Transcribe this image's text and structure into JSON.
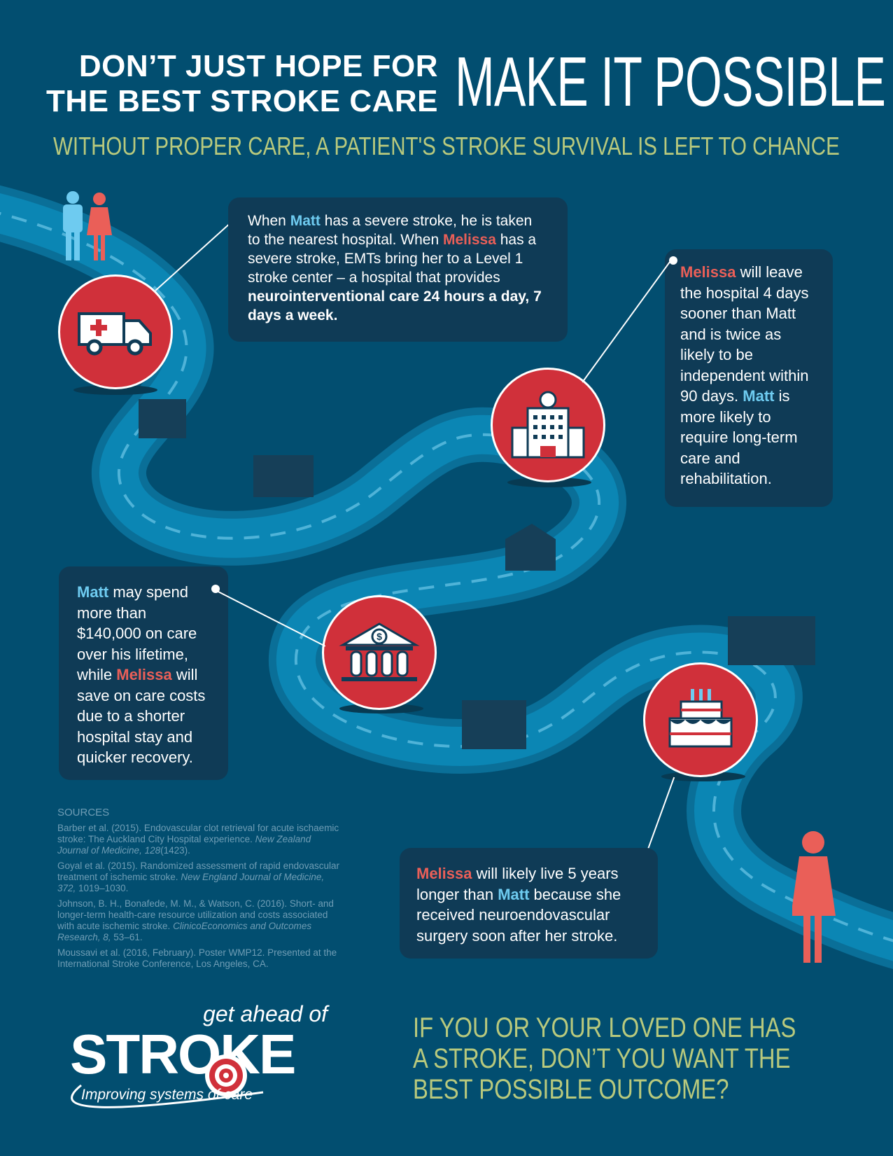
{
  "header": {
    "title_left_line1": "DON’T JUST HOPE FOR",
    "title_left_line2": "THE BEST STROKE CARE",
    "title_right": "MAKE IT POSSIBLE",
    "subtitle": "WITHOUT PROPER CARE, A PATIENT'S STROKE SURVIVAL IS LEFT TO CHANCE"
  },
  "colors": {
    "background": "#024e70",
    "box": "#0f3b56",
    "circle_red": "#d0303a",
    "matt_blue": "#6ecbf0",
    "melissa_red": "#ea5f58",
    "accent_green": "#b8c97d",
    "road": "#0a7fab"
  },
  "names": {
    "matt": "Matt",
    "melissa": "Melissa"
  },
  "steps": [
    {
      "icon": "ambulance-icon",
      "parts": {
        "a": "When ",
        "b": " has a severe stroke, he is taken to the nearest hospital. When ",
        "c": " has a severe stroke, EMTs bring her to a Level 1 stroke center – a hospital that provides ",
        "d": "neurointerventional care 24 hours a day, 7 days a week."
      }
    },
    {
      "icon": "hospital-icon",
      "parts": {
        "a": " will leave the hospital 4 days sooner than Matt and is twice as likely to be independent within 90 days. ",
        "b": " is more likely to require long-term care and rehabilitation."
      }
    },
    {
      "icon": "bank-dollar-icon",
      "parts": {
        "a": " may spend more than $140,000 on care over his lifetime, while ",
        "b": " will save on care costs due to a shorter hospital stay and quicker recovery."
      }
    },
    {
      "icon": "birthday-cake-icon",
      "parts": {
        "a": " will likely live 5 years longer than ",
        "b": " because she received neuroendovascular surgery soon after her stroke."
      }
    }
  ],
  "sources": {
    "title": "SOURCES",
    "items": [
      {
        "text": "Barber et al. (2015). Endovascular clot retrieval for acute ischaemic stroke: The Auckland City Hospital experience. ",
        "journal": "New Zealand Journal of Medicine, 128",
        "rest": "(1423)."
      },
      {
        "text": "Goyal et al. (2015). Randomized assessment of rapid endovascular treatment of ischemic stroke. ",
        "journal": "New England Journal of Medicine, 372,",
        "rest": " 1019–1030."
      },
      {
        "text": "Johnson, B. H., Bonafede, M. M., & Watson, C. (2016). Short- and longer-term health-care resource utilization and costs associated with acute ischemic stroke. ",
        "journal": "ClinicoEconomics and Outcomes Research, 8,",
        "rest": " 53–61."
      },
      {
        "text": "Moussavi et al. (2016, February). Poster WMP12. Presented at the International Stroke Conference, Los Angeles, CA.",
        "journal": "",
        "rest": ""
      }
    ]
  },
  "logo": {
    "top": "get ahead of",
    "main": "STROKE",
    "tagline": "Improving systems of care"
  },
  "closing_question": {
    "line1": "IF YOU OR YOUR LOVED ONE HAS",
    "line2": "A STROKE, DON’T YOU WANT THE",
    "line3": "BEST POSSIBLE OUTCOME?"
  }
}
